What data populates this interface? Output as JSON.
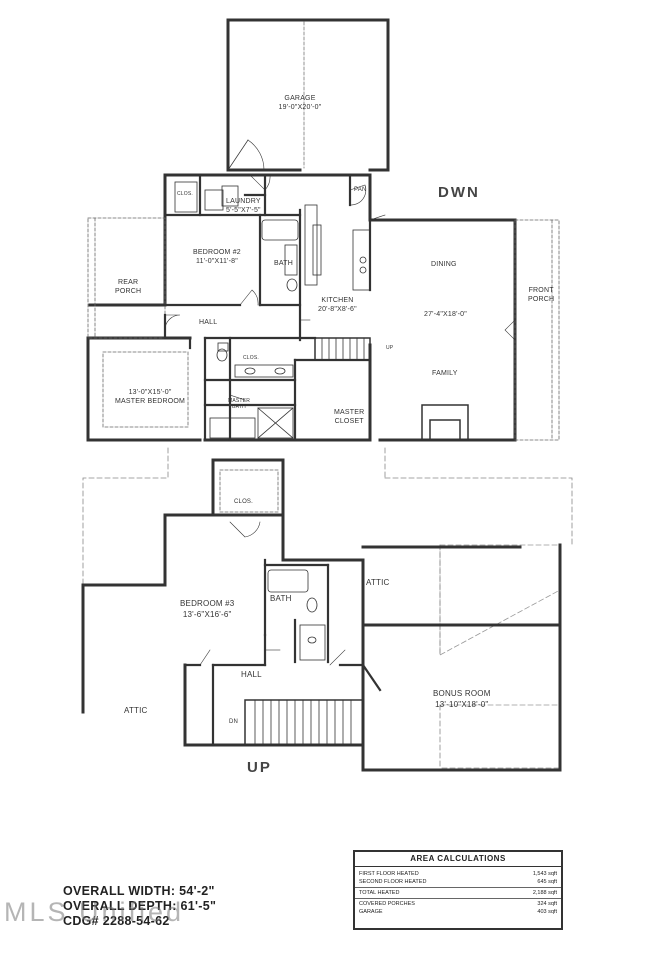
{
  "first_floor": {
    "garage": {
      "name": "GARAGE",
      "size": "19'-0\"X20'-0\""
    },
    "clos": "CLOS.",
    "laundry": {
      "name": "LAUNDRY",
      "size": "5'-5\"X7'-5\""
    },
    "pan": "PAN",
    "bedroom2": {
      "name": "BEDROOM #2",
      "size": "11'-0\"X11'-8\""
    },
    "bath": "BATH",
    "rear_porch": {
      "line1": "REAR",
      "line2": "PORCH"
    },
    "hall": "HALL",
    "kitchen": {
      "name": "KITCHEN",
      "size": "20'-8\"X8'-6\""
    },
    "dining": "DINING",
    "great_room_size": "27'-4\"X18'-0\"",
    "family": "FAMILY",
    "front_porch": {
      "line1": "FRONT",
      "line2": "PORCH"
    },
    "up": "UP",
    "master_bedroom": {
      "size": "13'-0\"X15'-0\"",
      "name": "MASTER BEDROOM"
    },
    "clos2": "CLOS.",
    "master_bath": {
      "line1": "MASTER",
      "line2": "BATH"
    },
    "master_closet": {
      "line1": "MASTER",
      "line2": "CLOSET"
    },
    "level_label": "DWN"
  },
  "second_floor": {
    "clos": "CLOS.",
    "bedroom3": {
      "name": "BEDROOM #3",
      "size": "13'-6\"X16'-6\""
    },
    "bath": "BATH",
    "attic_right": "ATTIC",
    "attic_left": "ATTIC",
    "hall": "HALL",
    "dn": "DN",
    "bonus_room": {
      "name": "BONUS ROOM",
      "size": "13'-10\"X18'-0\""
    },
    "level_label": "UP"
  },
  "area_calculations": {
    "title": "AREA CALCULATIONS",
    "rows": [
      {
        "label": "FIRST FLOOR HEATED",
        "value": "1,543 sqft"
      },
      {
        "label": "SECOND FLOOR HEATED",
        "value": "645 sqft"
      },
      {
        "label": "TOTAL HEATED",
        "value": "2,188 sqft"
      },
      {
        "label": "COVERED PORCHES",
        "value": "324 sqft"
      },
      {
        "label": "GARAGE",
        "value": "403 sqft"
      }
    ]
  },
  "overall": {
    "width": "OVERALL WIDTH: 54'-2\"",
    "depth": "OVERALL DEPTH: 61'-5\"",
    "cdg": "CDG# 2288-54-62"
  },
  "watermark": "MLS Unified"
}
